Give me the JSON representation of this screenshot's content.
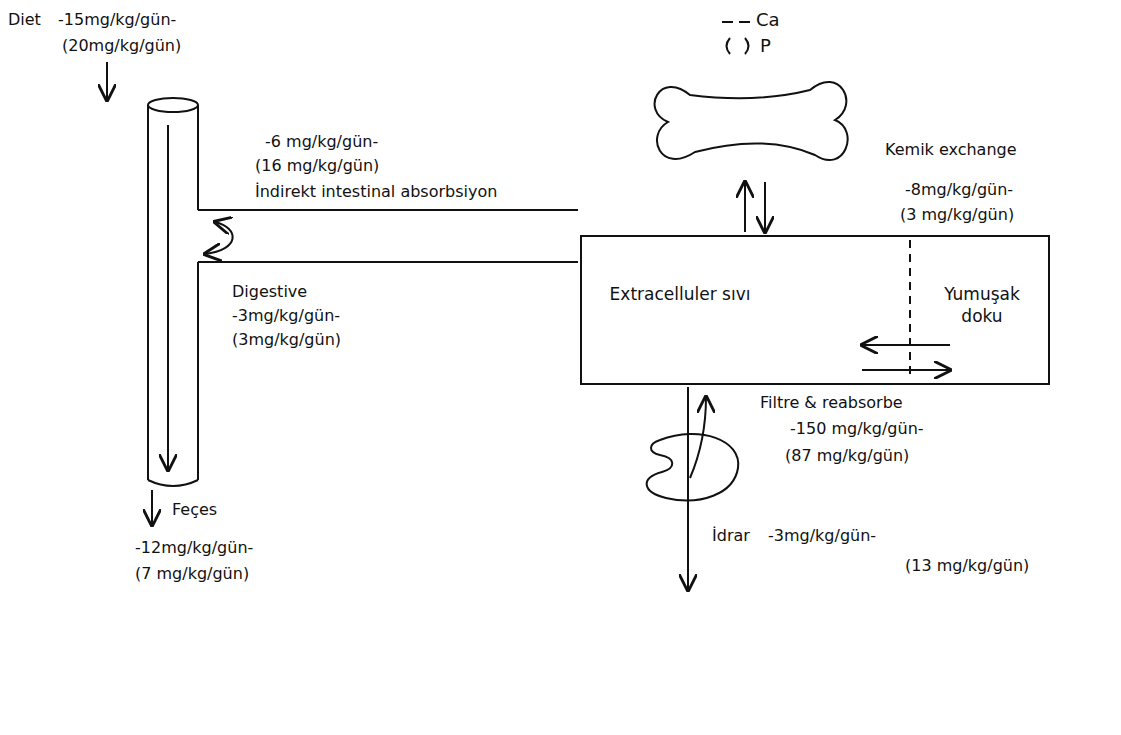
{
  "diagram": {
    "nodes": [
      {
        "text": [
          "Extracelluler sıvı",
          "Yumuşak doku"
        ]
      }
    ],
    "edges": [],
    "labels": [
      "Diet",
      "-15mg/kg/gün-",
      "(20mg/kg/gün)",
      "-6 mg/kg/gün-",
      "(16 mg/kg/gün)",
      "İndirekt intestinal absorbsiyon",
      "Digestive",
      "-3mg/kg/gün-",
      "(3mg/kg/gün)",
      "Feçes",
      "-12mg/kg/gün-",
      "(7 mg/kg/gün)",
      "Kemik exchange",
      "-8mg/kg/gün-",
      "(3 mg/kg/gün)",
      "Filtre & reabsorbe",
      "-150 mg/kg/gün-",
      "(87 mg/kg/gün)",
      "İdrar",
      "-3mg/kg/gün-",
      "(13 mg/kg/gün)"
    ],
    "legend": [
      {
        "text": "Ca"
      },
      {
        "text": "P"
      }
    ]
  }
}
